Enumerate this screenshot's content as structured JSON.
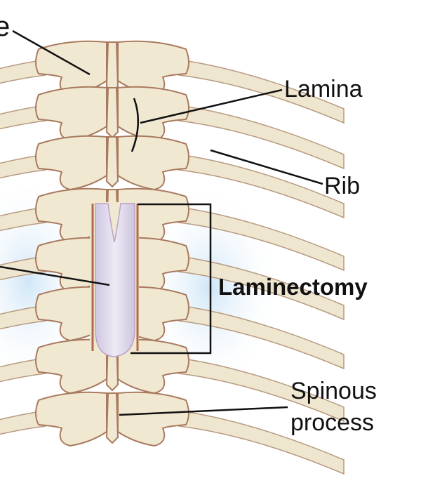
{
  "labels": {
    "partial_left_top": "e",
    "lamina": "Lamina",
    "rib": "Rib",
    "laminectomy": "Laminectomy",
    "spinous_process_line1": "Spinous",
    "spinous_process_line2": "process"
  },
  "colors": {
    "bone": "#f1e8d2",
    "bone_outline": "#a87a5e",
    "spinal_cord": "#ddd6ea",
    "background_haze": "#d8ecf8",
    "leader_line": "#111111"
  }
}
